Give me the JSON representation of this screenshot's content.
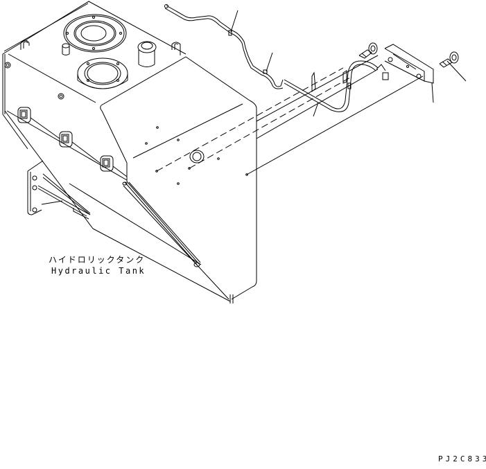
{
  "diagram": {
    "type": "exploded parts illustration",
    "stroke_color": "#000000",
    "background_color": "#ffffff",
    "labels": {
      "tank_name_jp": "ハイドロリックタンク",
      "tank_name_en": "Hydraulic Tank"
    },
    "drawing_code": "PJ2C833",
    "parts": [
      {
        "id": "hydraulic-tank",
        "name": "Hydraulic Tank"
      },
      {
        "id": "tube-upper",
        "name": "tube"
      },
      {
        "id": "clamp-upper",
        "name": "clamp"
      },
      {
        "id": "tube-lower",
        "name": "tube"
      },
      {
        "id": "bolt-left",
        "name": "bolt"
      },
      {
        "id": "bracket",
        "name": "bracket"
      },
      {
        "id": "bolt-right",
        "name": "bolt"
      }
    ],
    "leader_count": 5
  }
}
